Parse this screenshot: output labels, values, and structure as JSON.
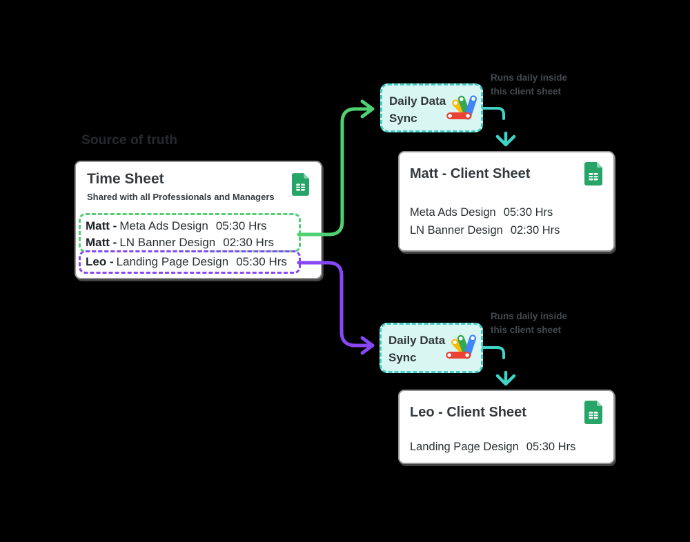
{
  "source_label": "Source of truth",
  "colors": {
    "green_flow": "#50D073",
    "purple_flow": "#8747F7",
    "teal_flow": "#41D2C6",
    "sync_fill": "#D9F6F2",
    "sync_border": "#3ECFC5",
    "card_border": "#949494",
    "sheets_icon_green": "#27A467",
    "sheets_icon_fold": "#8FD4AF",
    "title_text": "#33383c",
    "note_text": "#454a4f"
  },
  "timesheet": {
    "title": "Time Sheet",
    "subtitle": "Shared with all Professionals and Managers",
    "groups": [
      {
        "highlight": "green-dashed",
        "rows": [
          {
            "name": "Matt -",
            "task": "Meta Ads Design",
            "hours": "05:30 Hrs"
          },
          {
            "name": "Matt -",
            "task": "LN Banner Design",
            "hours": "02:30 Hrs"
          }
        ]
      },
      {
        "highlight": "purple-dashed",
        "rows": [
          {
            "name": "Leo -",
            "task": "Landing Page Design",
            "hours": "05:30 Hrs"
          }
        ]
      }
    ]
  },
  "sync": {
    "label_line1": "Daily Data",
    "label_line2": "Sync",
    "note_line1": "Runs daily inside",
    "note_line2": "this client sheet"
  },
  "clients": [
    {
      "title": "Matt - Client Sheet",
      "rows": [
        {
          "task": "Meta Ads Design",
          "hours": "05:30 Hrs"
        },
        {
          "task": "LN Banner Design",
          "hours": "02:30 Hrs"
        }
      ]
    },
    {
      "title": "Leo - Client Sheet",
      "rows": [
        {
          "task": "Landing Page Design",
          "hours": "05:30 Hrs"
        }
      ]
    }
  ]
}
